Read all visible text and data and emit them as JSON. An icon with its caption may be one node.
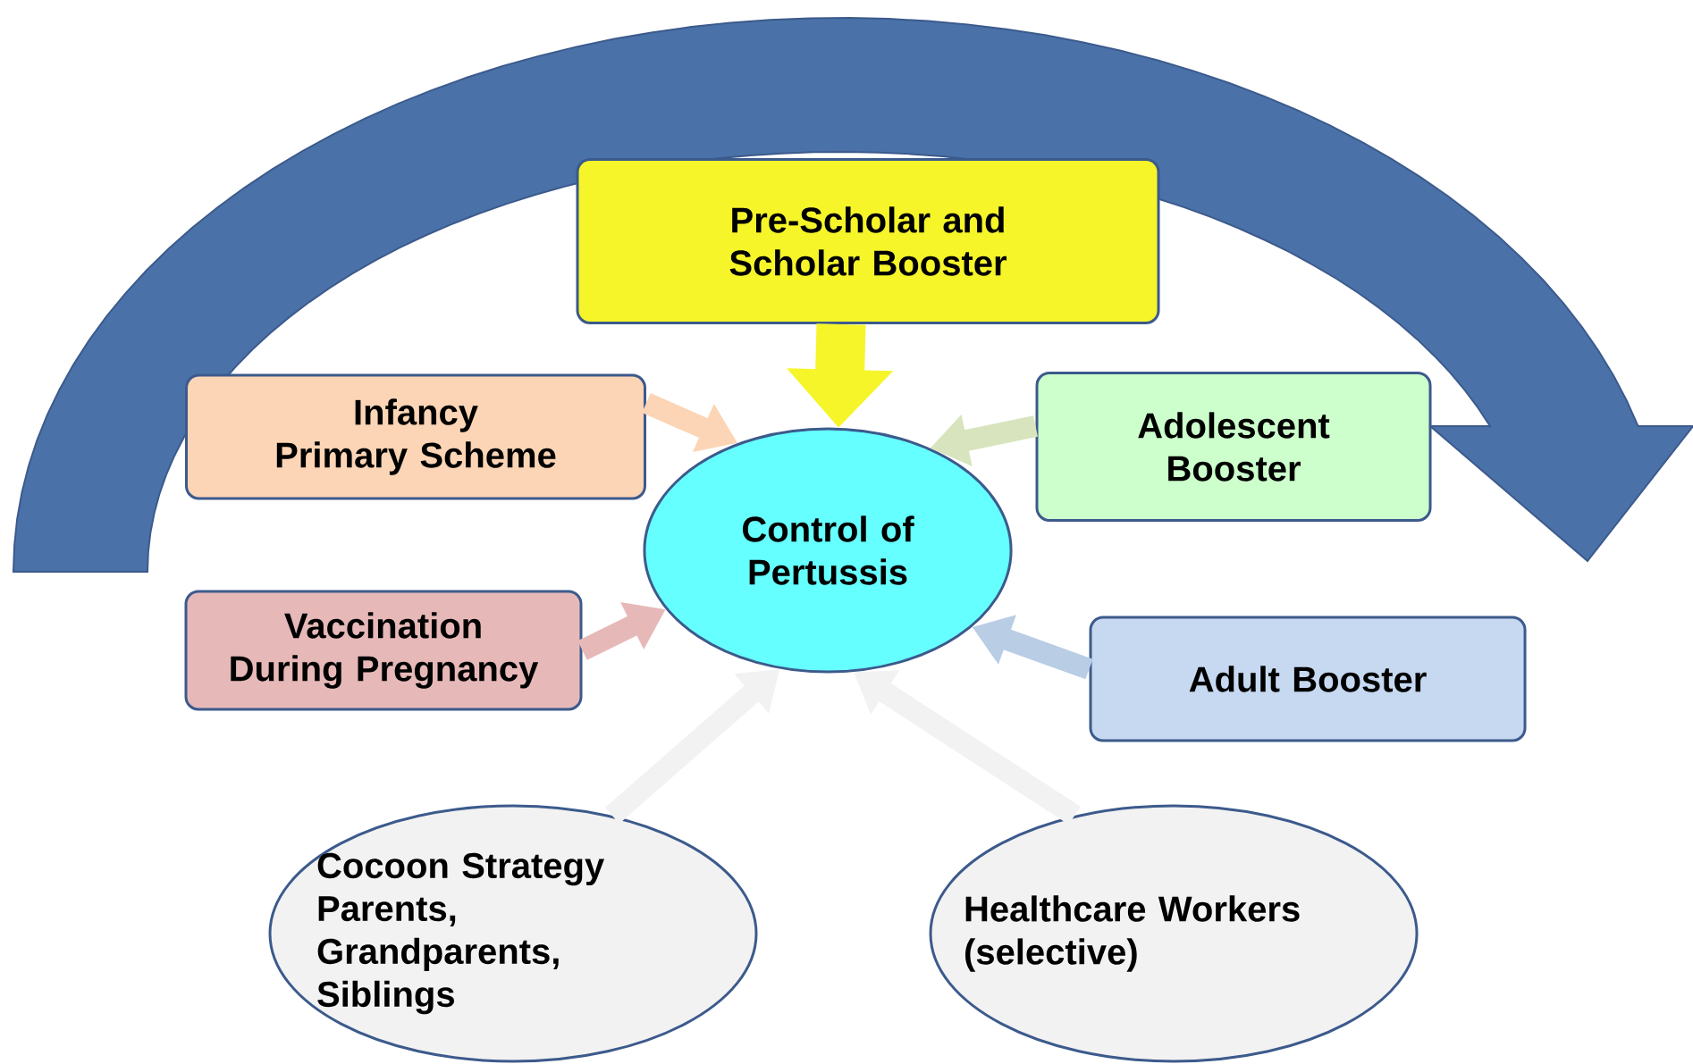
{
  "diagram": {
    "nodes": [
      {
        "text": [
          "Pre-Scholar and Scholar Booster"
        ]
      },
      {
        "text": [
          "Infancy",
          "Primary Scheme"
        ]
      },
      {
        "text": [
          "Adolescent Booster"
        ]
      },
      {
        "text": [
          "Control of Pertussis"
        ]
      },
      {
        "text": [
          "Vaccination During Pregnancy"
        ]
      },
      {
        "text": [
          "Adult Booster"
        ]
      },
      {
        "text": [
          "Cocoon Strategy",
          "Parents, Grandparents, Siblings"
        ]
      },
      {
        "text": [
          "Healthcare Workers (selective)"
        ]
      }
    ],
    "edges": [
      {
        "from": 0,
        "to": 3,
        "arrow": "to",
        "style": "thick",
        "color": "#f5f52a"
      },
      {
        "from": 1,
        "to": 3,
        "arrow": "to",
        "color": "#fbd5b5"
      },
      {
        "from": 2,
        "to": 3,
        "arrow": "to",
        "color": "#d7e4bd"
      },
      {
        "from": 4,
        "to": 3,
        "arrow": "to",
        "color": "#e6b9b8"
      },
      {
        "from": 5,
        "to": 3,
        "arrow": "to",
        "color": "#b9cde5"
      },
      {
        "from": 6,
        "to": 3,
        "arrow": "to",
        "color": "#f2f2f2"
      },
      {
        "from": 7,
        "to": 3,
        "arrow": "to",
        "color": "#f2f2f2"
      }
    ]
  }
}
